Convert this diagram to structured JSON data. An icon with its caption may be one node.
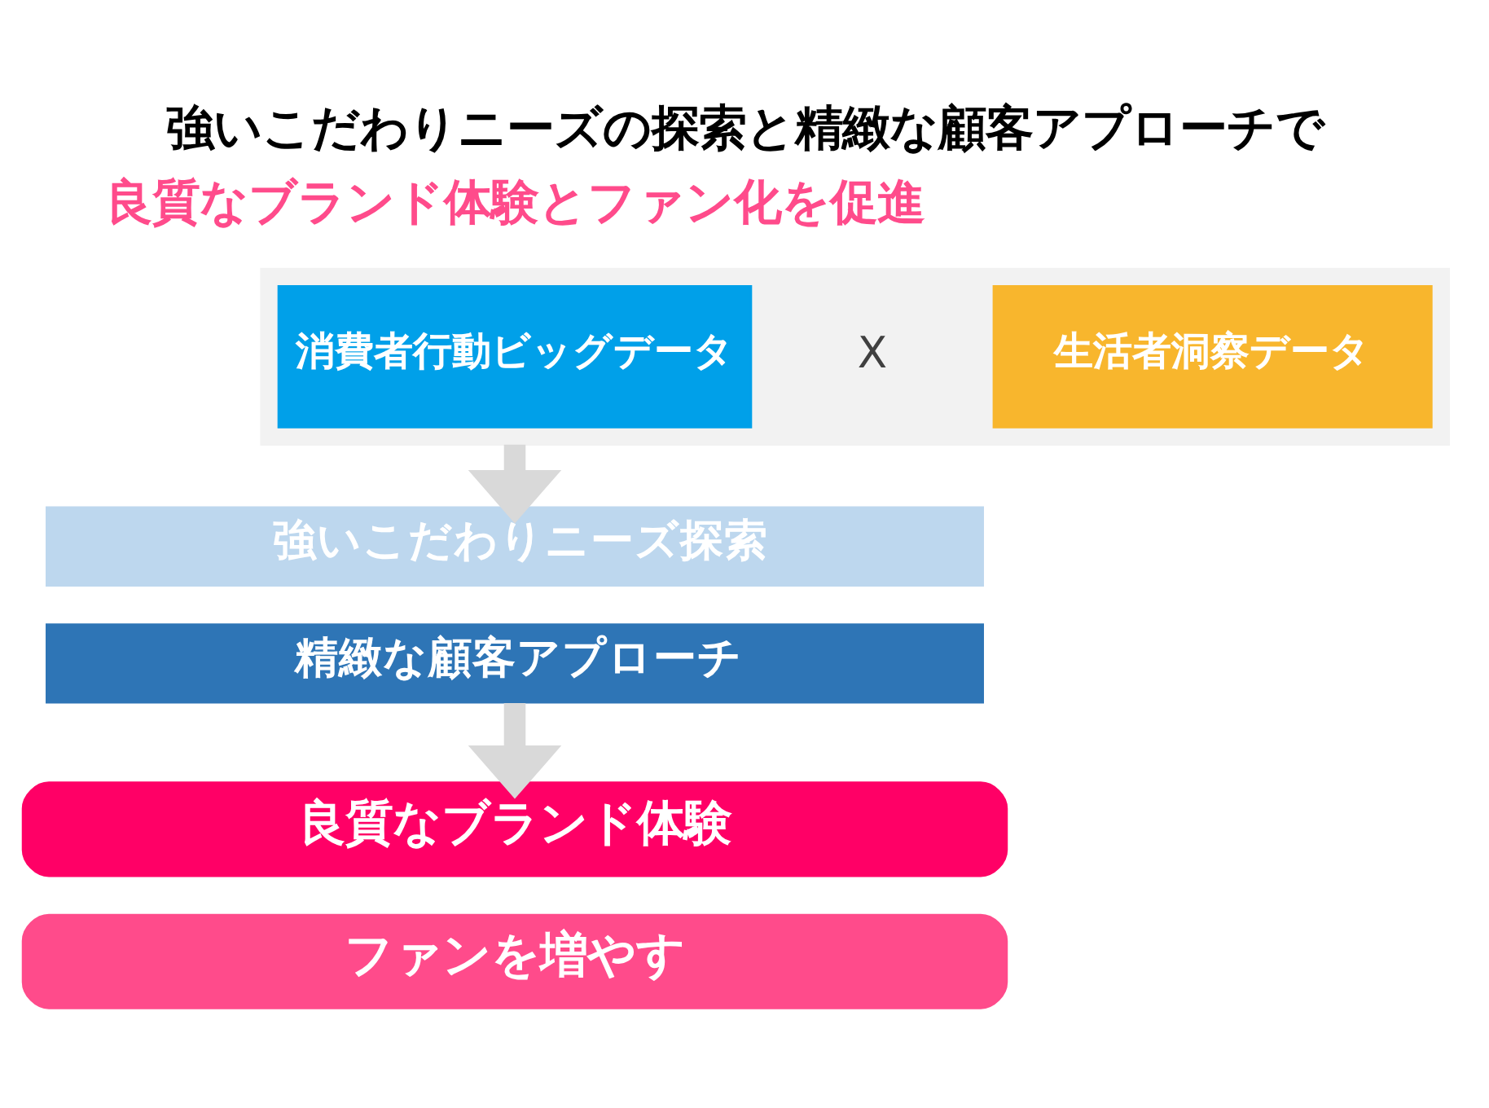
{
  "diagram": {
    "title": "強いこだわりニーズの探索と精緻な顧客アプローチで",
    "nodes": [
      {
        "text": [],
        "shape": "box"
      },
      {
        "text": [
          "消費者行動ビッグデータ"
        ],
        "in": 0
      },
      {
        "text": [
          "生活者洞察データ"
        ],
        "in": 0
      },
      {
        "text": [
          "強いこだわりニーズ探索"
        ]
      },
      {
        "text": [
          "精緻な顧客アプローチ"
        ]
      },
      {
        "text": [
          "良質なブランド体験"
        ]
      },
      {
        "text": [
          "ファンを増やす"
        ]
      }
    ],
    "edges": [
      {
        "from": 0,
        "to": 3,
        "arrow": "to"
      },
      {
        "from": 4,
        "to": 5,
        "arrow": "to"
      }
    ],
    "labels": [
      "良質なブランド体験とファン化を促進",
      "X"
    ]
  }
}
